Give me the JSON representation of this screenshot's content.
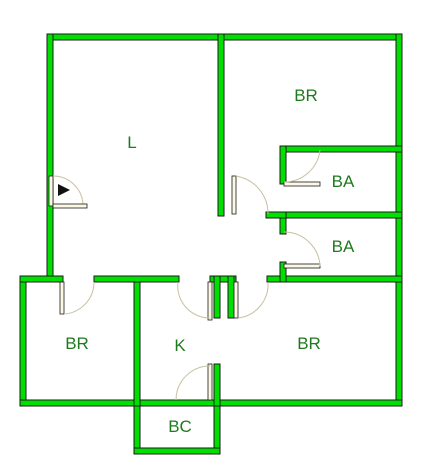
{
  "rooms": {
    "living": "L",
    "bedroom_top_right": "BR",
    "bath_upper": "BA",
    "bath_lower": "BA",
    "bedroom_left": "BR",
    "kitchen": "K",
    "bedroom_bottom_right": "BR",
    "balcony": "BC"
  },
  "colors": {
    "wall": "#00e000",
    "wall_outline": "#1a1a1a",
    "label": "#1f7a1f",
    "door_leaf": "#fdf8e6",
    "door_swing": "#c8c0a0",
    "background": "#ffffff"
  },
  "icons": {
    "entrance": "entrance-arrow-icon"
  }
}
